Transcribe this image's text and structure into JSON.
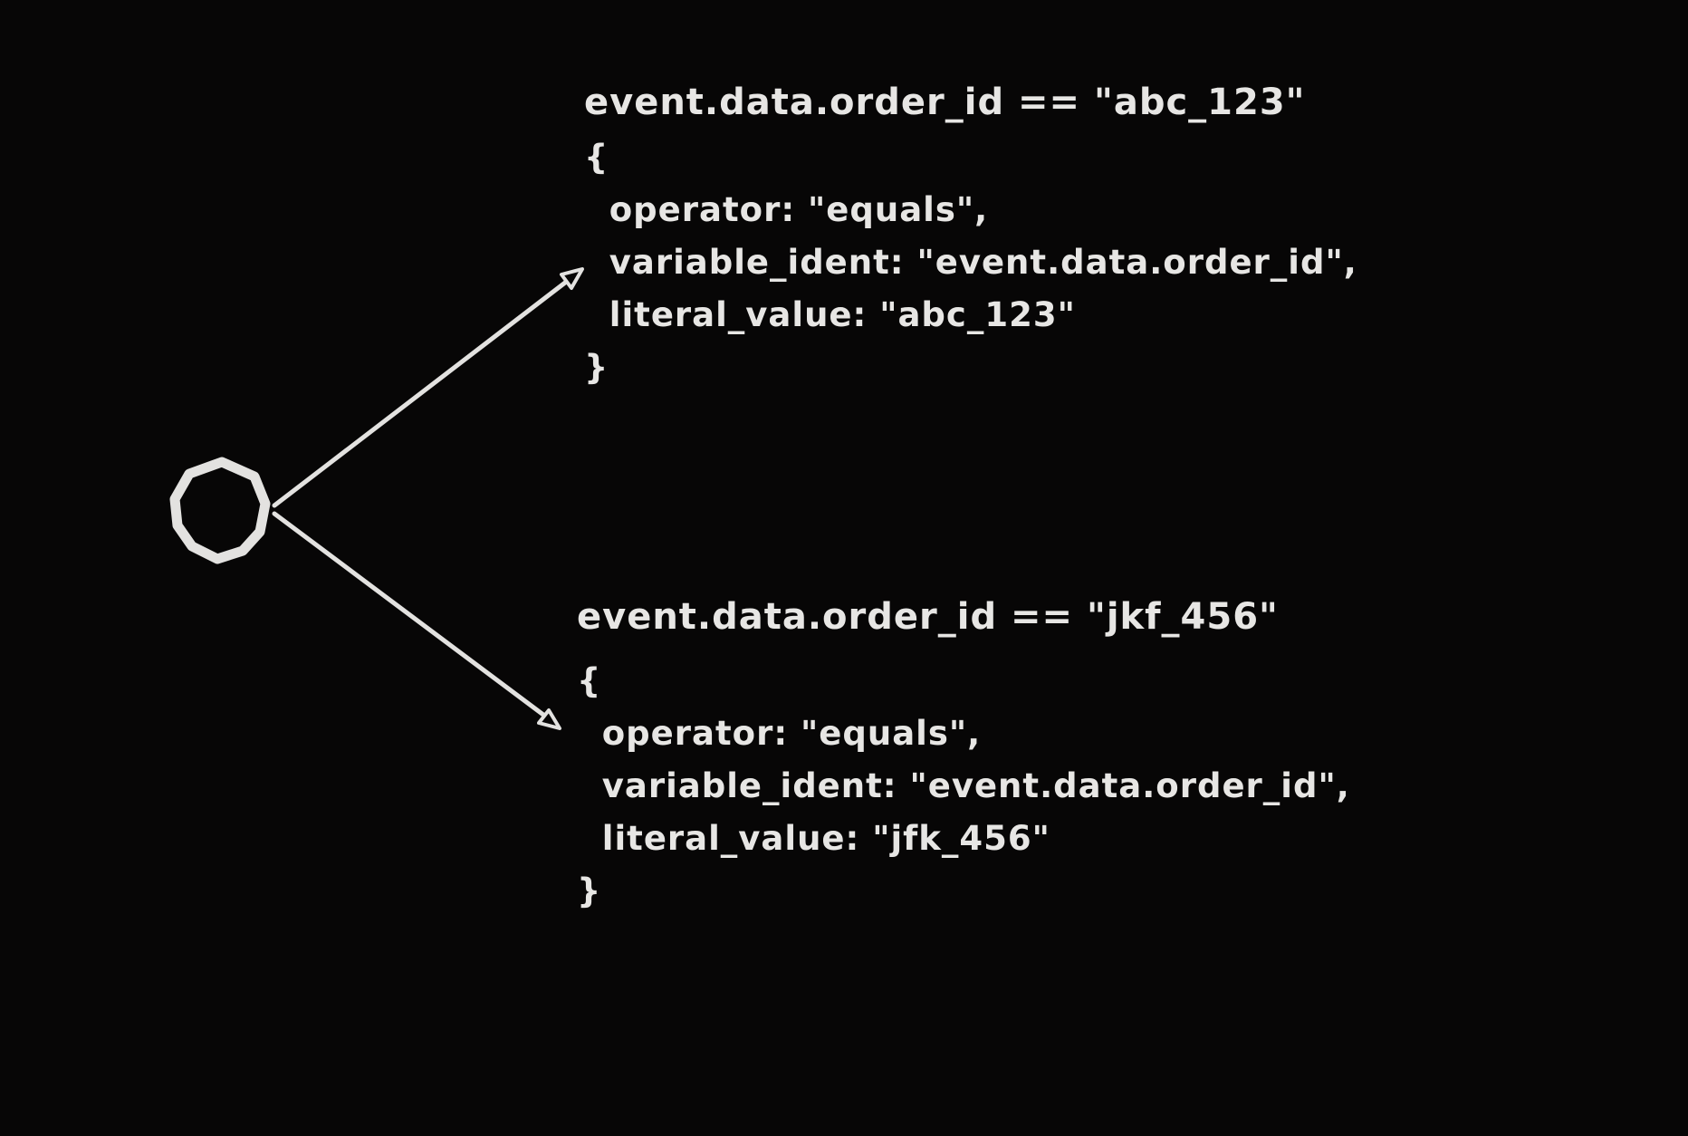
{
  "diagram": {
    "background_color": "#070606",
    "ink_color": "#e7e6e4",
    "node": {
      "shape": "hand-drawn-circle",
      "description": "empty circle node with two arrows branching right"
    },
    "branches": [
      {
        "title": "event.data.order_id == \"abc_123\"",
        "code": "{\n  operator: \"equals\",\n  variable_ident: \"event.data.order_id\",\n  literal_value: \"abc_123\"\n}"
      },
      {
        "title": "event.data.order_id == \"jkf_456\"",
        "code": "{\n  operator: \"equals\",\n  variable_ident: \"event.data.order_id\",\n  literal_value: \"jfk_456\"\n}"
      }
    ]
  }
}
